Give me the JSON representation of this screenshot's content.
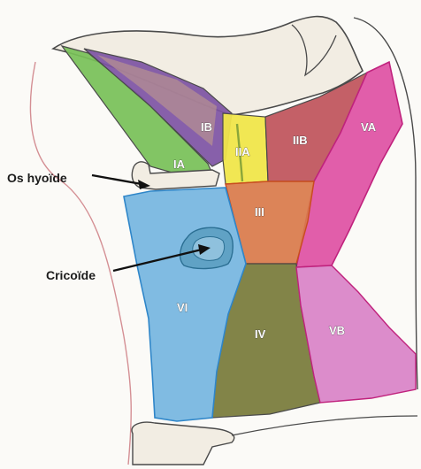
{
  "annotations": {
    "hyoid": "Os hyoïde",
    "cricoid": "Cricoïde"
  },
  "zones": {
    "IA": "IA",
    "IB": "IB",
    "IIA": "IIA",
    "IIB": "IIB",
    "III": "III",
    "IV": "IV",
    "VA": "VA",
    "VB": "VB",
    "VI": "VI"
  },
  "colors": {
    "IA": "#77c057",
    "IB": "#7d53a3",
    "IIA": "#f0e64a",
    "IIB": "#c0565d",
    "III": "#d97a4a",
    "IV": "#7b7d3e",
    "VA": "#df55a5",
    "VB": "#da86c8",
    "VI": "#79b7e0",
    "outline": "#4a4a4a"
  }
}
